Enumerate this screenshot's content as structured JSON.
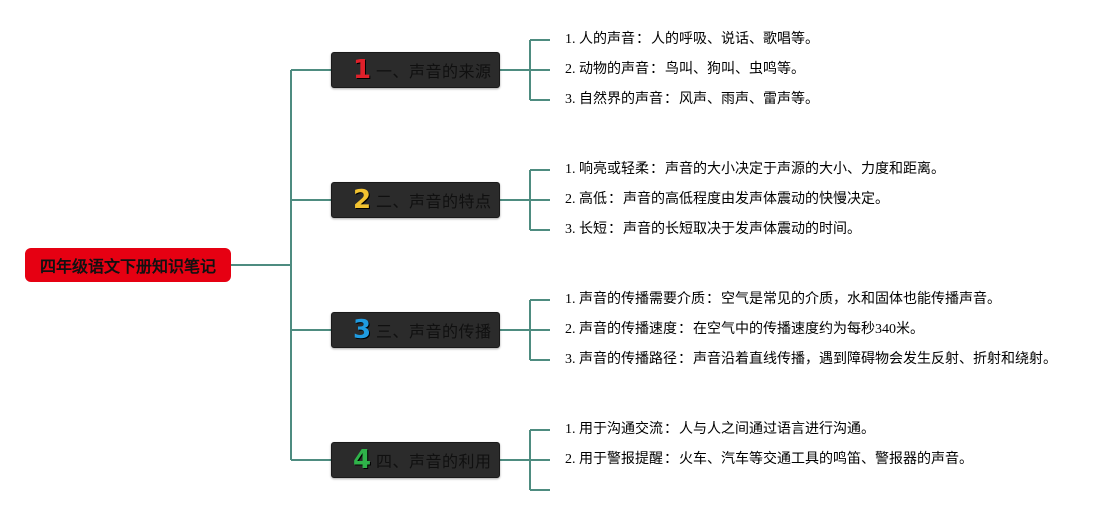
{
  "root": {
    "label": "四年级语文下册知识笔记"
  },
  "colors": {
    "root_bg": "#e60012",
    "branch_bg": "#2b2b2b",
    "connector": "#4e8c80",
    "num1": "#e0202a",
    "num2": "#f2c230",
    "num3": "#1f9be0",
    "num4": "#2fb34a"
  },
  "branches": [
    {
      "num": "1",
      "label": "一、声音的来源",
      "color": "#e0202a",
      "items": [
        {
          "index": "1.",
          "term": "人的声音",
          "desc": "人的呼吸、说话、歌唱等。"
        },
        {
          "index": "2.",
          "term": "动物的声音",
          "desc": "鸟叫、狗叫、虫鸣等。"
        },
        {
          "index": "3.",
          "term": "自然界的声音",
          "desc": "风声、雨声、雷声等。"
        }
      ]
    },
    {
      "num": "2",
      "label": "二、声音的特点",
      "color": "#f2c230",
      "items": [
        {
          "index": "1.",
          "term": "响亮或轻柔",
          "desc": "声音的大小决定于声源的大小、力度和距离。"
        },
        {
          "index": "2.",
          "term": "高低",
          "desc": "声音的高低程度由发声体震动的快慢决定。"
        },
        {
          "index": "3.",
          "term": "长短",
          "desc": "声音的长短取决于发声体震动的时间。"
        }
      ]
    },
    {
      "num": "3",
      "label": "三、声音的传播",
      "color": "#1f9be0",
      "items": [
        {
          "index": "1.",
          "term": "声音的传播需要介质",
          "desc": "空气是常见的介质，水和固体也能传播声音。"
        },
        {
          "index": "2.",
          "term": "声音的传播速度",
          "desc": "在空气中的传播速度约为每秒340米。"
        },
        {
          "index": "3.",
          "term": "声音的传播路径",
          "desc": "声音沿着直线传播，遇到障碍物会发生反射、折射和绕射。"
        }
      ]
    },
    {
      "num": "4",
      "label": "四、声音的利用",
      "color": "#2fb34a",
      "items": [
        {
          "index": "1.",
          "term": "用于沟通交流",
          "desc": "人与人之间通过语言进行沟通。"
        },
        {
          "index": "2.",
          "term": "用于警报提醒",
          "desc": "火车、汽车等交通工具的鸣笛、警报器的声音。"
        },
        {
          "index": "",
          "term": "",
          "desc": ""
        }
      ]
    }
  ]
}
